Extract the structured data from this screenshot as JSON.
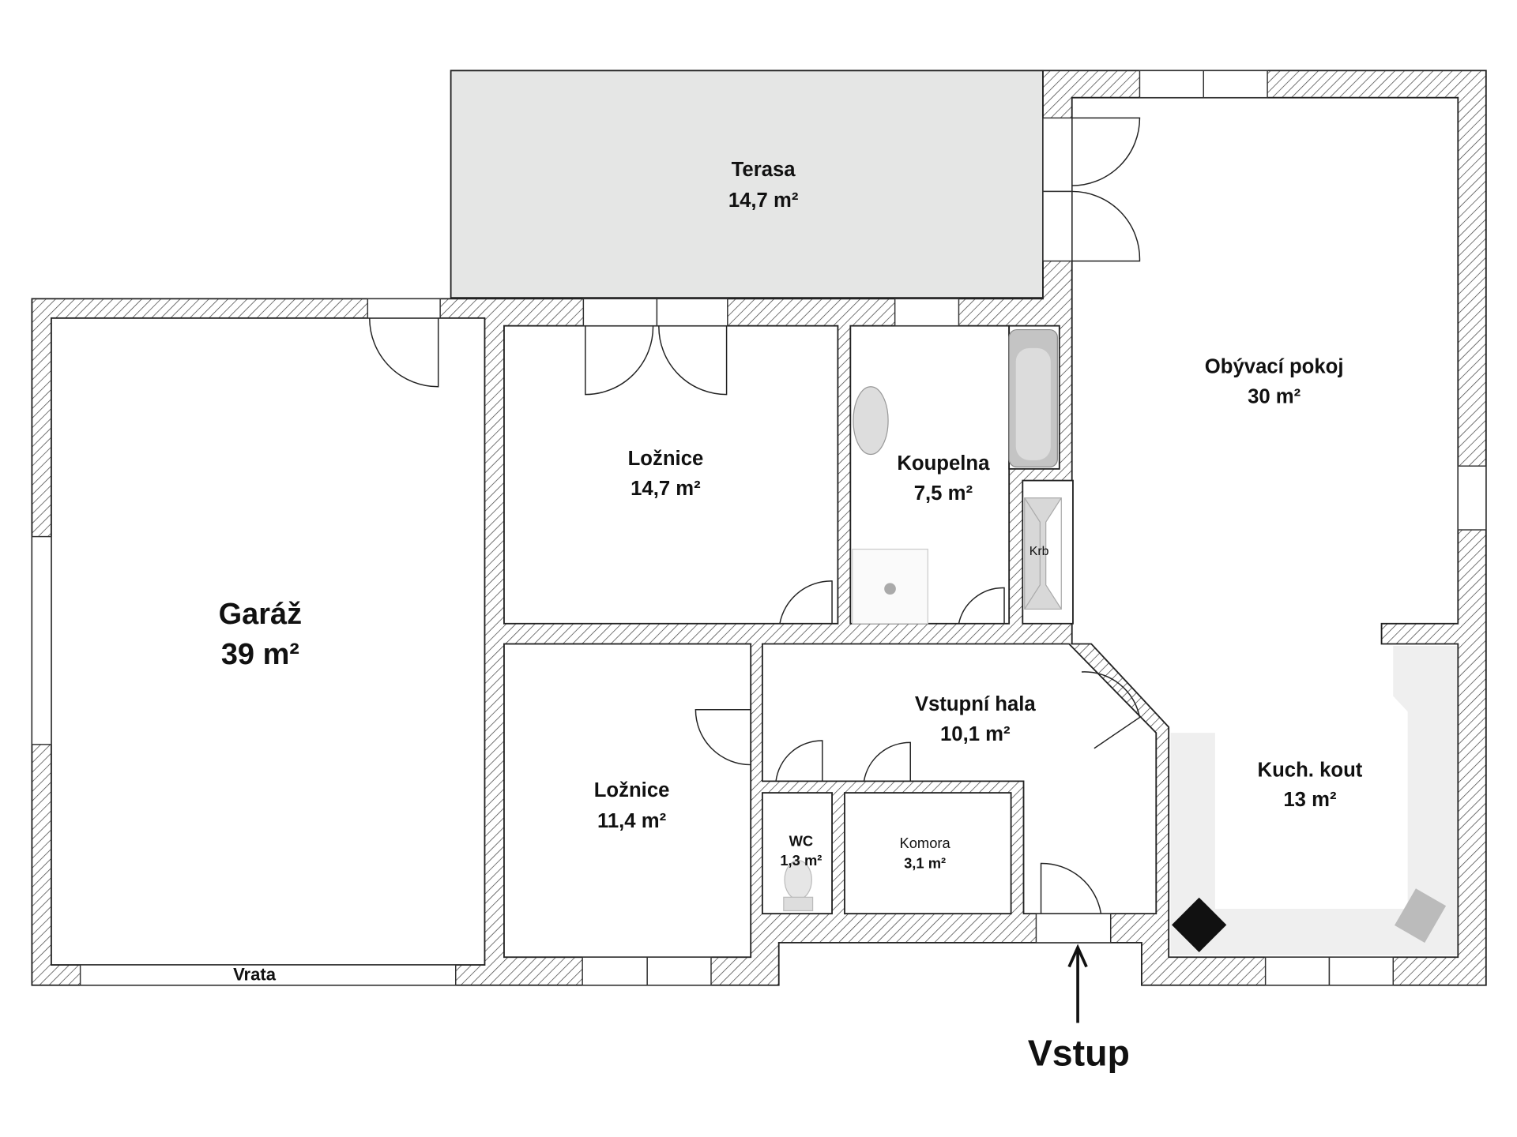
{
  "plan": {
    "rooms": [
      {
        "name": "Terasa",
        "area": "14,7 m²"
      },
      {
        "name": "Garáž",
        "area": "39 m²"
      },
      {
        "name": "Ložnice",
        "area": "14,7 m²"
      },
      {
        "name": "Koupelna",
        "area": "7,5 m²"
      },
      {
        "name": "Obývací pokoj",
        "area": "30 m²"
      },
      {
        "name": "Vstupní hala",
        "area": "10,1 m²"
      },
      {
        "name": "Ložnice",
        "area": "11,4 m²"
      },
      {
        "name": "WC",
        "area": "1,3 m²"
      },
      {
        "name": "Komora",
        "area": "3,1 m²"
      },
      {
        "name": "Kuch. kout",
        "area": "13 m²"
      }
    ],
    "labels": {
      "fireplace": "Krb",
      "garage_door": "Vrata",
      "entrance": "Vstup"
    },
    "colors": {
      "terrace": "#e5e6e5",
      "counter": "#efefef",
      "wall_line": "#222222"
    }
  }
}
